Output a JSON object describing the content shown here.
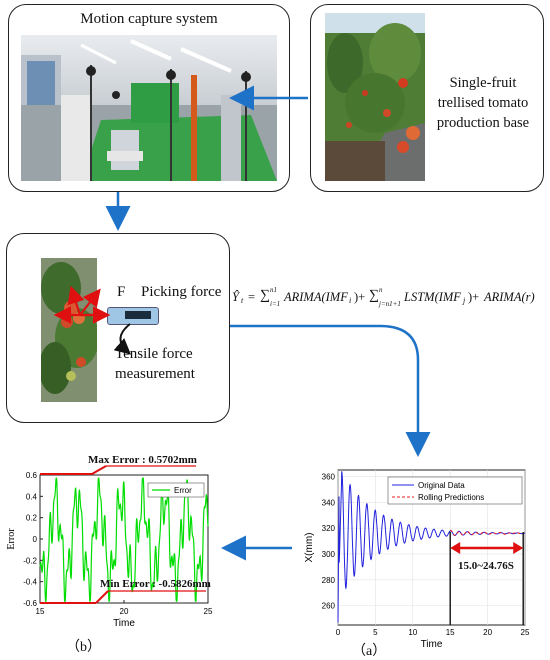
{
  "motion_box": {
    "title": "Motion capture system"
  },
  "base_box": {
    "line1": "Single-fruit",
    "line2": "trellised tomato",
    "line3": "production base"
  },
  "force_box": {
    "f_label": "F",
    "picking_force": "Picking force",
    "tensile_line1": "Tensile force",
    "tensile_line2": "measurement"
  },
  "formula": {
    "lhs": "Ŷ",
    "lhs_sub": "t",
    "sum1_limits": "∑",
    "sum1_sub": "i=1",
    "sum1_sup": "n1",
    "term1": "ARIMA(IMF",
    "term1_sub": "i",
    "sum2_sub": "j=n1+1",
    "sum2_sup": "n",
    "term2": "LSTM(IMF",
    "term2_sub": "j",
    "term3": "ARIMA(r)"
  },
  "chart_b": {
    "panel_label": "（b）",
    "max_annotation": "Max Error : 0.5702mm",
    "min_annotation": "Min Error : -0.5826mm",
    "chart_data": {
      "type": "line",
      "xlabel": "Time",
      "ylabel": "Error",
      "xlim": [
        15,
        25
      ],
      "ylim": [
        -0.6,
        0.6
      ],
      "xticks": [
        "15",
        "20",
        "25"
      ],
      "yticks": [
        "0.6",
        "0.4",
        "0.2",
        "0",
        "-0.2",
        "-0.4",
        "-0.6"
      ],
      "series": [
        {
          "name": "Error",
          "color": "#00dd00"
        }
      ],
      "max_error": 0.5702,
      "min_error": -0.5826
    }
  },
  "chart_a": {
    "panel_label": "（a）",
    "range_annotation": "15.0~24.76S",
    "chart_data": {
      "type": "line",
      "xlabel": "Time",
      "ylabel": "X(mm)",
      "xlim": [
        0,
        25
      ],
      "ylim": [
        245,
        365
      ],
      "xticks": [
        "0",
        "5",
        "10",
        "15",
        "20",
        "25"
      ],
      "yticks": [
        "360",
        "340",
        "320",
        "300",
        "280",
        "260"
      ],
      "series": [
        {
          "name": "Original Data",
          "color": "#2222dd"
        },
        {
          "name": "Rolling Predictions",
          "color": "#ee2222"
        }
      ],
      "rolling_range": [
        15.0,
        24.76
      ]
    }
  },
  "colors": {
    "arrow": "#1e72c8",
    "red": "#e01010",
    "green": "#00dd00",
    "blue": "#2222dd"
  }
}
